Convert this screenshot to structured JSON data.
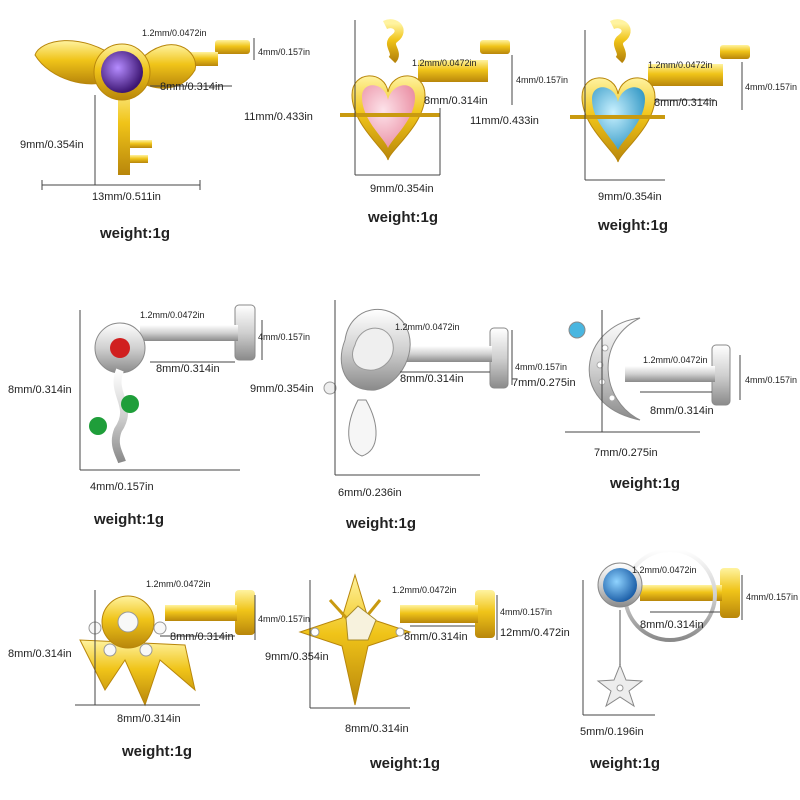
{
  "palette": {
    "gold": "#e8b90f",
    "gold_dark": "#b8860b",
    "gold_light": "#ffe36b",
    "silver": "#d6d6d6",
    "silver_dark": "#8a8a8a",
    "purple_gem": "#5b2a9e",
    "pink_gem": "#f7b7c4",
    "aqua_gem": "#49b6e0",
    "red_gem": "#d01f1f",
    "green_gem": "#1f9e3a",
    "blue_gem": "#1f7fd1"
  },
  "items": [
    {
      "id": "angel-key",
      "metal": "gold",
      "gem": "purple",
      "width": "13mm/0.511in",
      "height": "9mm/0.354in",
      "bar_thickness": "1.2mm/0.0472in",
      "bar_length": "8mm/0.314in",
      "disc": "4mm/0.157in",
      "weight": "weight:1g"
    },
    {
      "id": "snake-heart-pink",
      "metal": "gold",
      "gem": "pink",
      "width": "9mm/0.354in",
      "height": "11mm/0.433in",
      "bar_thickness": "1.2mm/0.0472in",
      "bar_length": "8mm/0.314in",
      "disc": "4mm/0.157in",
      "extra": "11mm/0.433in",
      "weight": "weight:1g"
    },
    {
      "id": "snake-heart-aqua",
      "metal": "gold",
      "gem": "aqua",
      "width": "9mm/0.354in",
      "bar_thickness": "1.2mm/0.0472in",
      "bar_length": "8mm/0.314in",
      "disc": "4mm/0.157in",
      "weight": "weight:1g"
    },
    {
      "id": "flower-vine",
      "metal": "silver",
      "gem": "red-green",
      "width": "4mm/0.157in",
      "height": "8mm/0.314in",
      "bar_thickness": "1.2mm/0.0472in",
      "bar_length": "8mm/0.314in",
      "disc": "4mm/0.157in",
      "weight": "weight:1g"
    },
    {
      "id": "rose-drop",
      "metal": "silver",
      "gem": "clear",
      "width": "6mm/0.236in",
      "height": "9mm/0.354in",
      "bar_thickness": "1.2mm/0.0472in",
      "bar_length": "8mm/0.314in",
      "disc": "4mm/0.157in",
      "weight": "weight:1g"
    },
    {
      "id": "crescent-moon",
      "metal": "silver",
      "gem": "clear-blue",
      "width": "7mm/0.275in",
      "height": "7mm/0.275in",
      "bar_thickness": "1.2mm/0.0472in",
      "bar_length": "8mm/0.314in",
      "disc": "4mm/0.157in",
      "weight": "weight:1g"
    },
    {
      "id": "sunburst",
      "metal": "gold",
      "gem": "clear",
      "width": "8mm/0.314in",
      "height": "8mm/0.314in",
      "bar_thickness": "1.2mm/0.0472in",
      "bar_length": "8mm/0.314in",
      "disc": "4mm/0.157in",
      "weight": "weight:1g"
    },
    {
      "id": "north-star",
      "metal": "gold",
      "gem": "clear",
      "width": "8mm/0.314in",
      "height": "9mm/0.354in",
      "bar_thickness": "1.2mm/0.0472in",
      "bar_length": "8mm/0.314in",
      "disc": "4mm/0.157in",
      "extra": "12mm/0.472in",
      "weight": "weight:1g"
    },
    {
      "id": "blue-star-hoop",
      "metal": "silver-gold",
      "gem": "blue",
      "width": "5mm/0.196in",
      "bar_thickness": "1.2mm/0.0472in",
      "bar_length": "8mm/0.314in",
      "disc": "4mm/0.157in",
      "weight": "weight:1g"
    }
  ]
}
